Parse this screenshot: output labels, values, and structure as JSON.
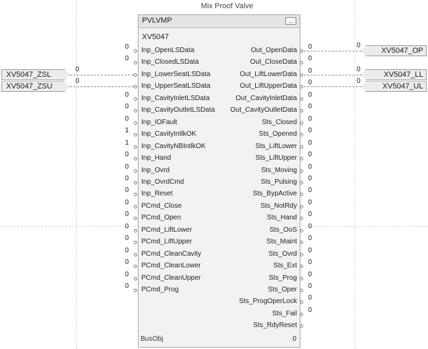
{
  "title": "Mix Proof Valve",
  "block": {
    "type": "PVLVMP",
    "tag": "XV5047",
    "ellipsis": "...",
    "busobj_label": "BusObj",
    "busobj_value": "0"
  },
  "inputs": [
    {
      "name": "Inp_OpenLSData",
      "value": "0"
    },
    {
      "name": "Inp_ClosedLSData",
      "value": "0"
    },
    {
      "name": "Inp_LowerSeatLSData",
      "value": ""
    },
    {
      "name": "Inp_UpperSeatLSData",
      "value": ""
    },
    {
      "name": "Inp_CavityInletLSData",
      "value": "0"
    },
    {
      "name": "Inp_CavityOutletLSData",
      "value": "0"
    },
    {
      "name": "Inp_IOFault",
      "value": "0"
    },
    {
      "name": "Inp_CavityIntlkOK",
      "value": "1"
    },
    {
      "name": "Inp_CavityNBIntlkOK",
      "value": "1"
    },
    {
      "name": "Inp_Hand",
      "value": "0"
    },
    {
      "name": "Inp_Ovrd",
      "value": "0"
    },
    {
      "name": "Inp_OvrdCmd",
      "value": "0"
    },
    {
      "name": "Inp_Reset",
      "value": "0"
    },
    {
      "name": "PCmd_Close",
      "value": "0"
    },
    {
      "name": "PCmd_Open",
      "value": "0"
    },
    {
      "name": "PCmd_LiftLower",
      "value": "0"
    },
    {
      "name": "PCmd_LiftUpper",
      "value": "0"
    },
    {
      "name": "PCmd_CleanCavity",
      "value": "0"
    },
    {
      "name": "PCmd_CleanLower",
      "value": "0"
    },
    {
      "name": "PCmd_CleanUpper",
      "value": "0"
    },
    {
      "name": "PCmd_Prog",
      "value": "0"
    }
  ],
  "outputs": [
    {
      "name": "Out_OpenData",
      "value": "0"
    },
    {
      "name": "Out_CloseData",
      "value": "0"
    },
    {
      "name": "Out_LiftLowerData",
      "value": "0"
    },
    {
      "name": "Out_LiftUpperData",
      "value": "0"
    },
    {
      "name": "Out_CavityInletData",
      "value": "0"
    },
    {
      "name": "Out_CavityOutletData",
      "value": "0"
    },
    {
      "name": "Sts_Closed",
      "value": "0"
    },
    {
      "name": "Sts_Opened",
      "value": "0"
    },
    {
      "name": "Sts_LiftLower",
      "value": "0"
    },
    {
      "name": "Sts_LiftUpper",
      "value": "0"
    },
    {
      "name": "Sts_Moving",
      "value": "0"
    },
    {
      "name": "Sts_Pulsing",
      "value": "0"
    },
    {
      "name": "Sts_BypActive",
      "value": "0"
    },
    {
      "name": "Sts_NotRdy",
      "value": "0"
    },
    {
      "name": "Sts_Hand",
      "value": "0"
    },
    {
      "name": "Sts_OoS",
      "value": "0"
    },
    {
      "name": "Sts_Maint",
      "value": "0"
    },
    {
      "name": "Sts_Ovrd",
      "value": "0"
    },
    {
      "name": "Sts_Ext",
      "value": "0"
    },
    {
      "name": "Sts_Prog",
      "value": "0"
    },
    {
      "name": "Sts_Oper",
      "value": "0"
    },
    {
      "name": "Sts_ProgOperLock",
      "value": "0"
    },
    {
      "name": "Sts_Fail",
      "value": "0"
    },
    {
      "name": "Sts_RdyReset",
      "value": ""
    }
  ],
  "input_tags": [
    {
      "label": "XV5047_ZSL",
      "wire_value": "0",
      "row": 2
    },
    {
      "label": "XV5047_ZSU",
      "wire_value": "0",
      "row": 3
    }
  ],
  "output_tags": [
    {
      "label": "XV5047_OP",
      "wire_value": "0",
      "row": 0
    },
    {
      "label": "XV5047_LL",
      "wire_value": "0",
      "row": 2
    },
    {
      "label": "XV5047_UL",
      "wire_value": "0",
      "row": 3
    }
  ]
}
